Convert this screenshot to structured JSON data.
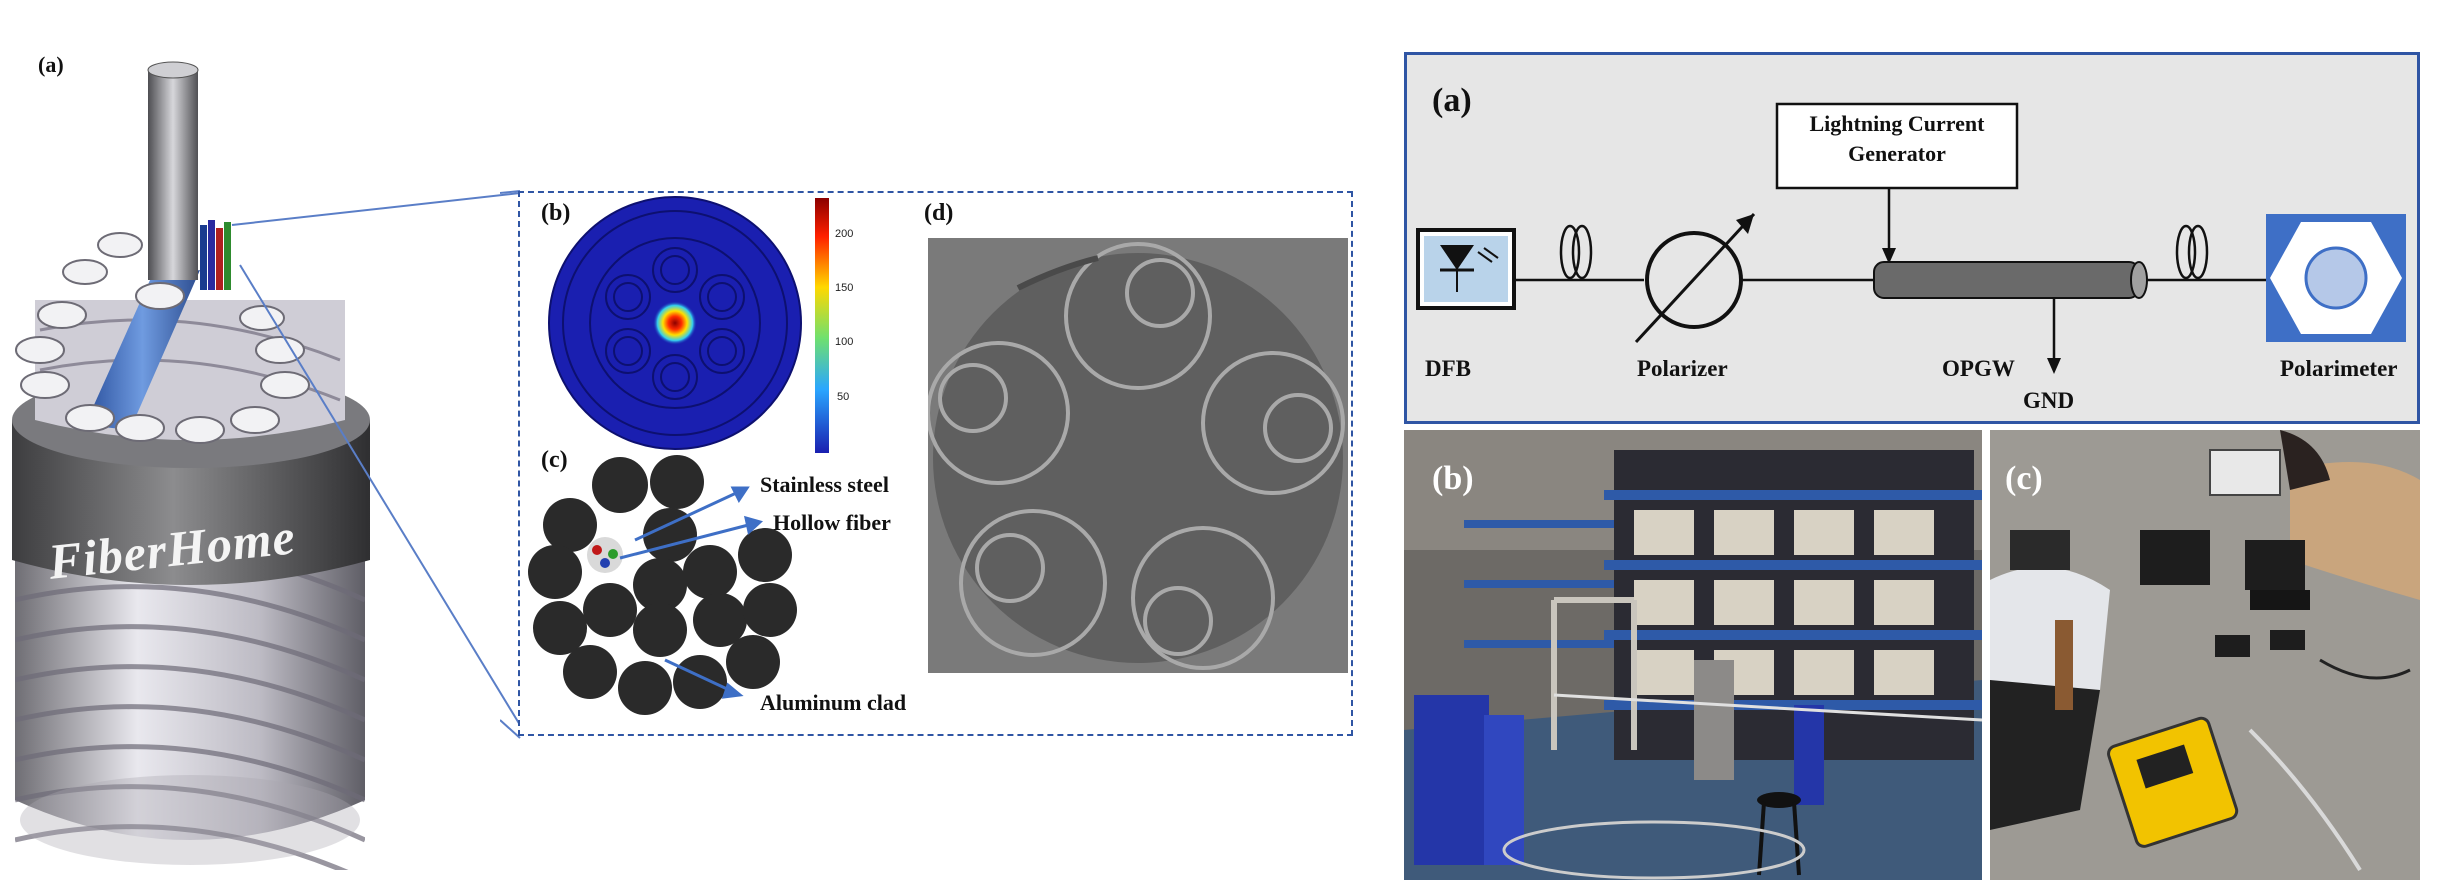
{
  "left_figure": {
    "panel_a_label": "(a)",
    "brand_text": "FiberHome",
    "panel_b_label": "(b)",
    "panel_c_label": "(c)",
    "panel_d_label": "(d)",
    "colorbar_ticks": [
      "200",
      "150",
      "100",
      "50"
    ],
    "annotations": {
      "stainless_steel": "Stainless steel",
      "hollow_fiber": "Hollow fiber",
      "aluminum_clad": "Aluminum clad"
    }
  },
  "right_figure": {
    "panel_a_label": "(a)",
    "lightning_generator": [
      "Lightning Current",
      "Generator"
    ],
    "dfb": "DFB",
    "polarizer": "Polarizer",
    "opgw": "OPGW",
    "gnd": "GND",
    "polarimeter": "Polarimeter",
    "panel_b_label": "(b)",
    "panel_c_label": "(c)"
  },
  "colors": {
    "frame_blue": "#2f55a4",
    "diagram_bg": "#e6e6e6",
    "instrument_blue": "#3e6fc6",
    "strand_gray": "#bfbdc3",
    "sim_blue": "#1a1fb0"
  }
}
